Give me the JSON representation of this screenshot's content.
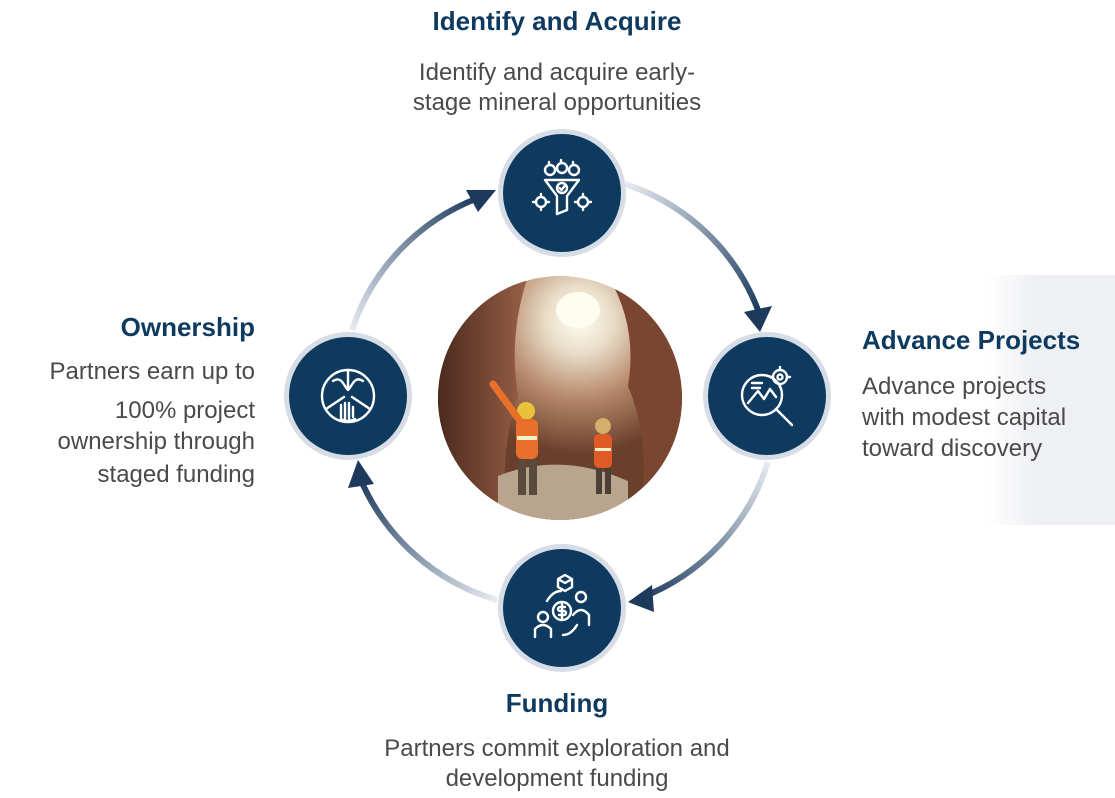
{
  "steps": {
    "identify": {
      "title": "Identify and Acquire",
      "desc_line1": "Identify and acquire early-",
      "desc_line2": "stage mineral opportunities"
    },
    "advance": {
      "title": "Advance Projects",
      "desc_line1": "Advance projects",
      "desc_line2": "with modest capital",
      "desc_line3": "toward discovery"
    },
    "funding": {
      "title": "Funding",
      "desc_line1": "Partners commit exploration and",
      "desc_line2": "development funding"
    },
    "ownership": {
      "title": "Ownership",
      "desc_line1": "Partners earn up to",
      "desc_line2": "100% project",
      "desc_line3": "ownership through",
      "desc_line4": "staged funding"
    }
  },
  "icons": {
    "identify": "funnel-gears-icon",
    "advance": "magnifier-analysis-icon",
    "funding": "investors-dollar-icon",
    "ownership": "partnership-hands-icon",
    "center": "mining-cave-photo"
  },
  "colors": {
    "node": "#0e3a5f",
    "title": "#0e3a5f",
    "body_text": "#4a4a4a",
    "arrow": "#1d3a5c"
  }
}
